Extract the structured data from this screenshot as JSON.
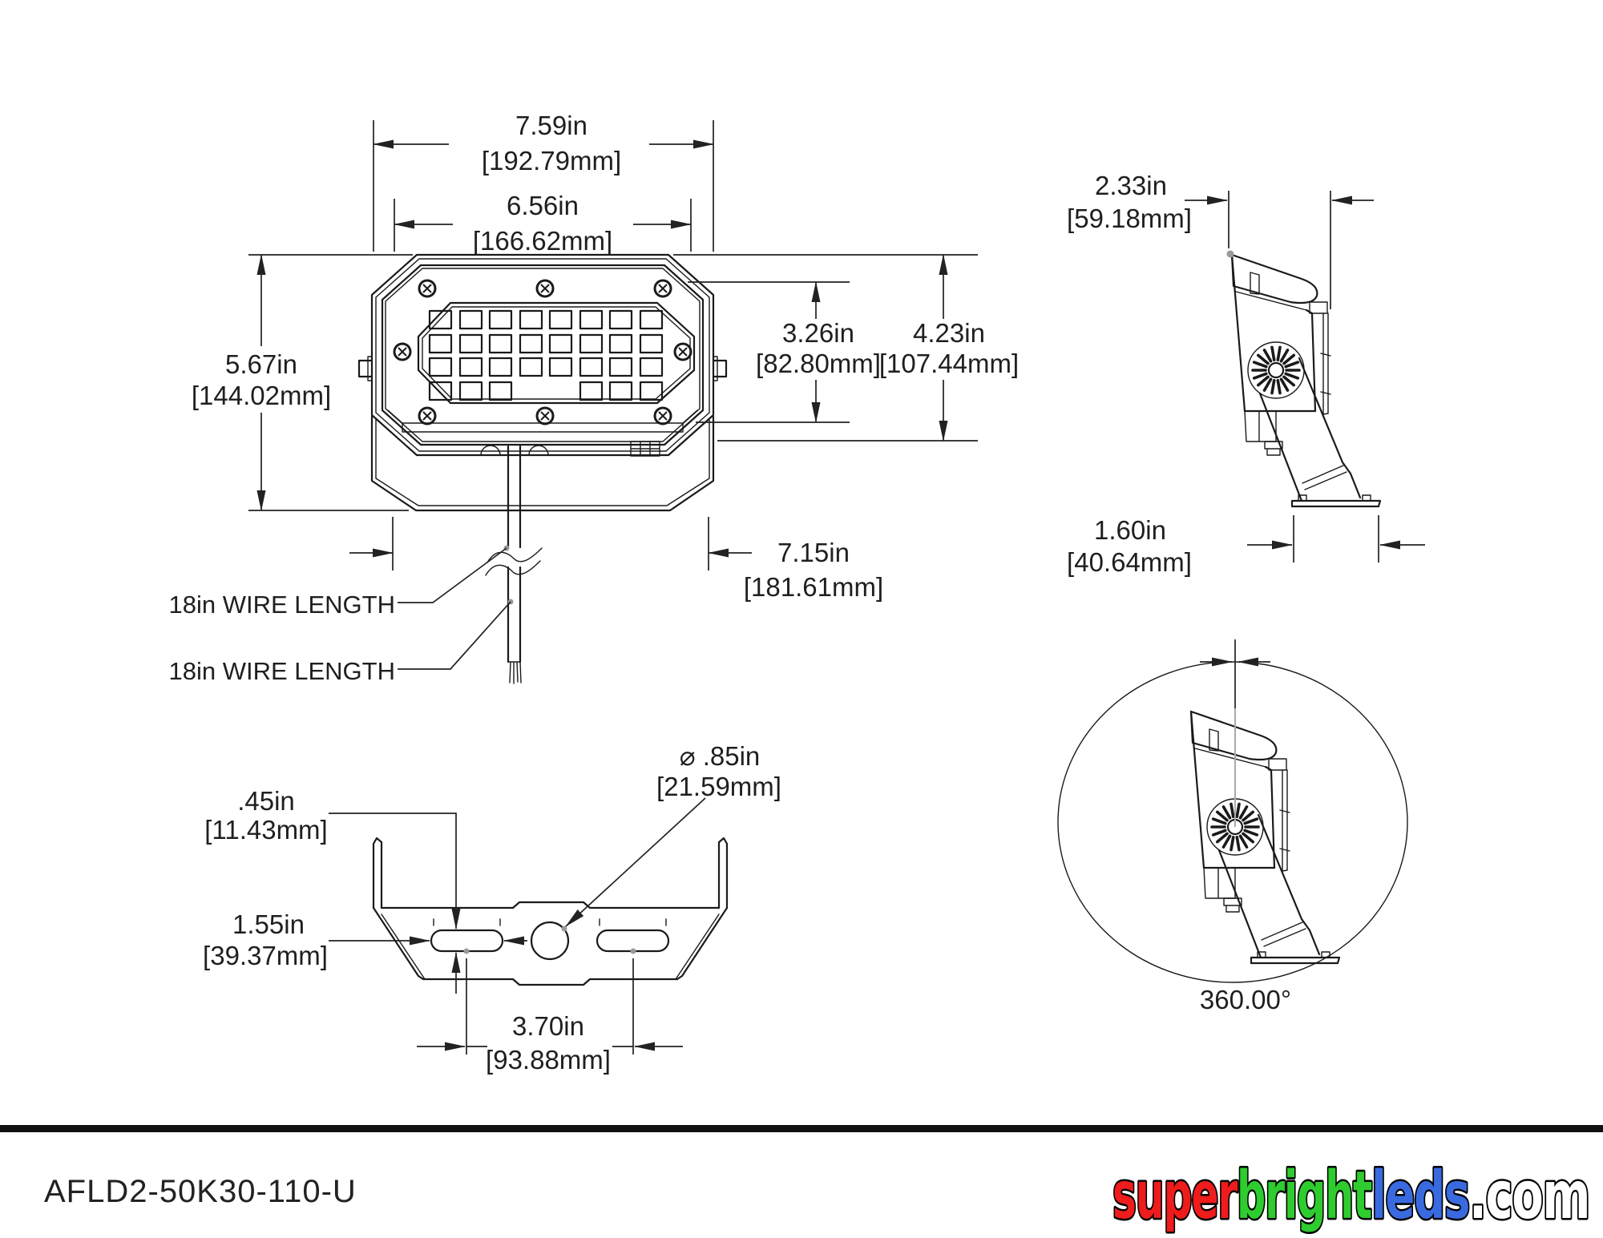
{
  "drawing": {
    "front_view": {
      "dims": {
        "outer_width": {
          "in": "7.59in",
          "mm": "[192.79mm]"
        },
        "lens_width": {
          "in": "6.56in",
          "mm": "[166.62mm]"
        },
        "height": {
          "in": "5.67in",
          "mm": "[144.02mm]"
        },
        "lens_height": {
          "in": "3.26in",
          "mm": "[82.80mm]"
        },
        "body_height": {
          "in": "4.23in",
          "mm": "[107.44mm]"
        },
        "bracket_width": {
          "in": "7.15in",
          "mm": "[181.61mm]"
        }
      },
      "wire_label_top": "18in WIRE LENGTH",
      "wire_label_bottom": "18in WIRE LENGTH"
    },
    "side_view": {
      "dims": {
        "top_depth": {
          "in": "2.33in",
          "mm": "[59.18mm]"
        },
        "base_depth": {
          "in": "1.60in",
          "mm": "[40.64mm]"
        }
      }
    },
    "bottom_view": {
      "dims": {
        "slot_width": {
          "in": ".45in",
          "mm": "[11.43mm]"
        },
        "slot_length": {
          "in": "1.55in",
          "mm": "[39.37mm]"
        },
        "slot_spacing": {
          "in": "3.70in",
          "mm": "[93.88mm]"
        },
        "hole_diameter": {
          "in": "⌀ .85in",
          "mm": "[21.59mm]"
        }
      }
    },
    "rotation_view": {
      "angle": "360.00°"
    }
  },
  "footer": {
    "part_number": "AFLD2-50K30-110-U",
    "logo": {
      "super": "super",
      "bright": "bright",
      "leds": "leds",
      "com": ".com"
    },
    "logo_colors": {
      "super": "#ee1c1c",
      "bright": "#2ecc2e",
      "leds": "#3a6ae0",
      "com": "#ffffff"
    }
  }
}
